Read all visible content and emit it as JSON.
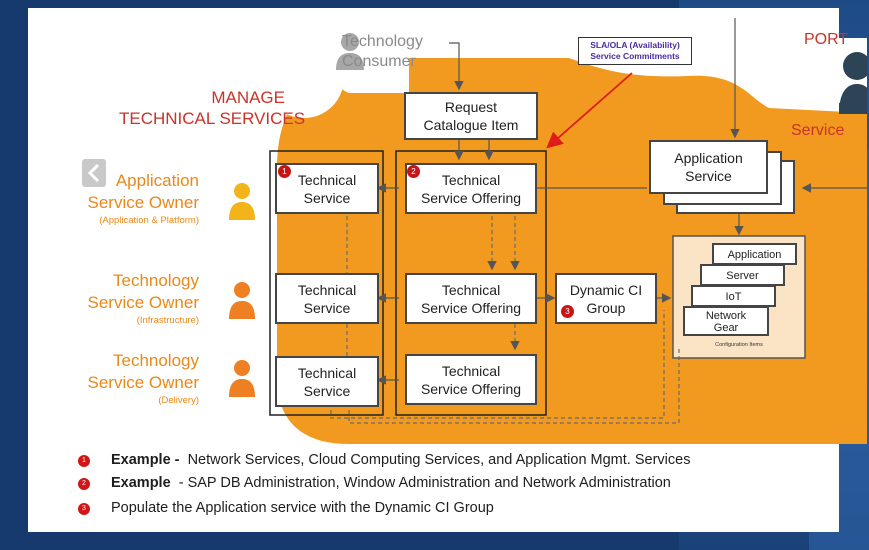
{
  "diagram": {
    "technology_consumer": "Technology\nConsumer",
    "portfolio_partial": "PORT",
    "service_partial": "Service",
    "sla_note": "SLA/OLA (Availability)\nService Commitments",
    "manage_title": "MANAGE\nTECHNICAL SERVICES",
    "request_catalogue": "Request\nCatalogue Item",
    "application_service": "Application\nService",
    "roles": [
      {
        "title": "Application\nService Owner",
        "sub": "(Application & Platform)"
      },
      {
        "title": "Technology\nService Owner",
        "sub": "(Infrastructure)"
      },
      {
        "title": "Technology\nService Owner",
        "sub": "(Delivery)"
      }
    ],
    "technical_service": "Technical\nService",
    "technical_service_offering": "Technical\nService Offering",
    "dynamic_ci_group": "Dynamic CI\nGroup",
    "config_items": [
      "Application",
      "Server",
      "IoT",
      "Network\nGear"
    ],
    "config_items_caption": "Configuration Items",
    "badges": [
      "1",
      "2",
      "3"
    ],
    "colors": {
      "orange": "#f29a1f",
      "owner_orange": "#e8891a",
      "red": "#c8332b",
      "badge": "#c81414"
    }
  },
  "legend": [
    {
      "badge": "1",
      "bold": "Example -",
      "text": "Network Services, Cloud Computing Services, and Application Mgmt. Services"
    },
    {
      "badge": "2",
      "bold": "Example",
      "text": "- SAP DB Administration, Window Administration and Network Administration"
    },
    {
      "badge": "3",
      "bold": "",
      "text": "Populate the Application service with the Dynamic CI Group"
    }
  ],
  "icons": [
    "person-icon",
    "back-chevron-icon"
  ]
}
